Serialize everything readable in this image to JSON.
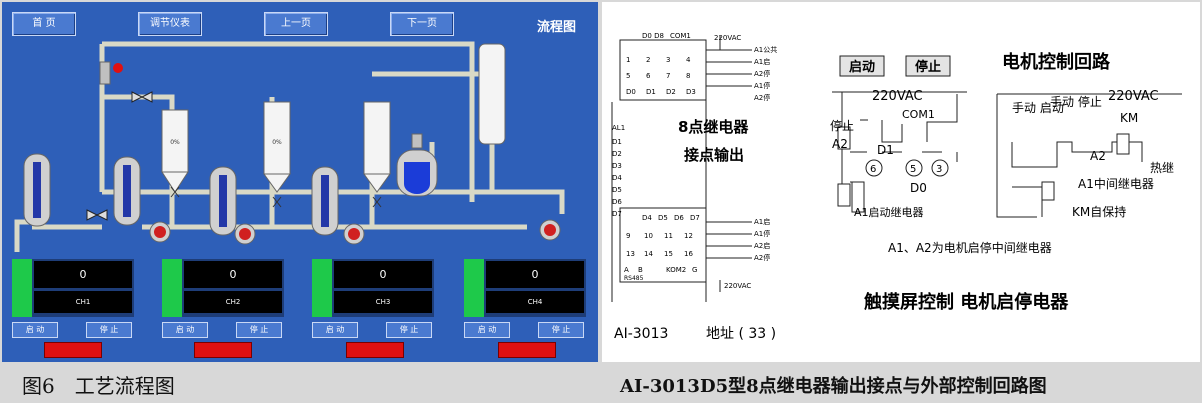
{
  "left_screen": {
    "nav": {
      "home": "首 页",
      "instrument": "调节仪表",
      "prev": "上一页",
      "next": "下一页"
    },
    "title": "流程图",
    "vessel_pct": [
      "0%",
      "0%"
    ],
    "panels": [
      {
        "value": "0",
        "channel": "CH1"
      },
      {
        "value": "0",
        "channel": "CH2"
      },
      {
        "value": "0",
        "channel": "CH3"
      },
      {
        "value": "0",
        "channel": "CH4"
      }
    ],
    "start_label": "启 动",
    "stop_label": "停 止"
  },
  "right_diagram": {
    "relay_block_label_1": "8点继电器",
    "relay_block_label_2": "接点输出",
    "terminal_top": [
      "220VAC",
      "A1公共",
      "A1启",
      "A2停",
      "A1停",
      "A2停"
    ],
    "terminal_bottom": [
      "A1启",
      "A1停",
      "A2启",
      "A2停",
      "220VAC"
    ],
    "top_cells": [
      "D0 D8",
      "COM1",
      "1",
      "2",
      "3",
      "4",
      "5",
      "6",
      "7",
      "8",
      "D0",
      "D1",
      "D2",
      "D3"
    ],
    "bottom_cells": [
      "D4",
      "D5",
      "D6",
      "D7",
      "9",
      "10",
      "11",
      "12",
      "13",
      "14",
      "15",
      "16",
      "A",
      "B",
      "KOM2",
      "G",
      "RS485"
    ],
    "left_column": [
      "AL1",
      "D1",
      "D2",
      "D3",
      "D4",
      "D5",
      "D6",
      "D7"
    ],
    "device_model": "AI-3013",
    "address_label": "地址 ( 33 )",
    "btn_start": "启动",
    "btn_stop": "停止",
    "circuit_title": "电机控制回路",
    "vac_left": "220VAC",
    "vac_right": "220VAC",
    "stop_label": "停止",
    "com1": "COM1",
    "a2": "A2",
    "d1": "D1",
    "d0": "D0",
    "n6": "6",
    "n5": "5",
    "n3": "3",
    "a1_start_relay": "A1启动继电器",
    "manual_start": "手动\n启动",
    "manual_stop": "手动\n停止",
    "km": "KM",
    "a2b": "A2",
    "thermal": "热继",
    "a1_mid_relay": "A1中间继电器",
    "km_hold": "KM自保持",
    "note": "A1、A2为电机启停中间继电器",
    "touch_title": "触摸屏控制 电机启停电器"
  },
  "caption": {
    "left": "图6　工艺流程图",
    "right": "AI-3013D5型8点继电器输出接点与外部控制回路图"
  },
  "colors": {
    "hmi_bg": "#2e5fb8",
    "pipe": "#d8d8c8",
    "alarm": "#e01010",
    "panel_green": "#1ec94a"
  }
}
